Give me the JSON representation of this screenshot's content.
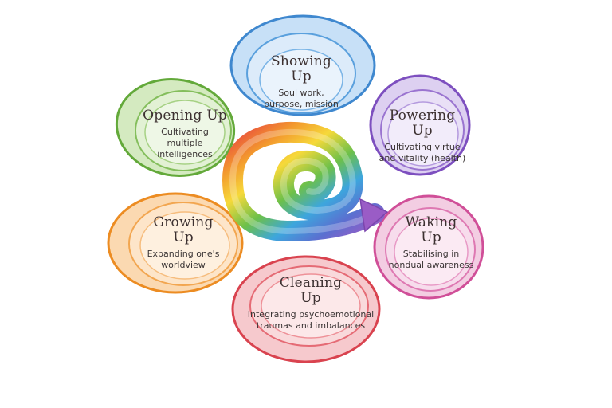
{
  "nodes": [
    {
      "id": "showing-up",
      "title_line1": "Showing",
      "title_line2": "Up",
      "desc_line1": "Soul work,",
      "desc_line2": "purpose, mission",
      "color": "#4a93d6",
      "fill": "#d4e8f8"
    },
    {
      "id": "powering-up",
      "title_line1": "Powering",
      "title_line2": "Up",
      "desc_line1": "Cultivating virtue",
      "desc_line2": "and vitality (health)",
      "color": "#8a5cc8",
      "fill": "#e6dbf4"
    },
    {
      "id": "waking-up",
      "title_line1": "Waking",
      "title_line2": "Up",
      "desc_line1": "Stabilising in",
      "desc_line2": "nondual awareness",
      "color": "#d8569e",
      "fill": "#f6d9ea"
    },
    {
      "id": "cleaning-up",
      "title_line1": "Cleaning",
      "title_line2": "Up",
      "desc_line1": "Integrating psychoemotional",
      "desc_line2": "traumas and imbalances",
      "color": "#e0515e",
      "fill": "#f9d6d8"
    },
    {
      "id": "growing-up",
      "title_line1": "Growing",
      "title_line2": "Up",
      "desc_line1": "Expanding one's",
      "desc_line2": "worldview",
      "color": "#ef9a35",
      "fill": "#fde4c8"
    },
    {
      "id": "opening-up",
      "title_line1": "Opening Up",
      "title_line2": "",
      "desc_line1": "Cultivating",
      "desc_line2": "multiple",
      "desc_line3": "intelligences",
      "color": "#72b546",
      "fill": "#e1f0d2"
    }
  ],
  "spiral": {
    "colors": [
      "#e8483f",
      "#f39a2e",
      "#f6d93a",
      "#6cc04a",
      "#3da6dd",
      "#5b6fd0",
      "#9a5cc6"
    ],
    "shape": "rainbow-spiral-arrow"
  }
}
